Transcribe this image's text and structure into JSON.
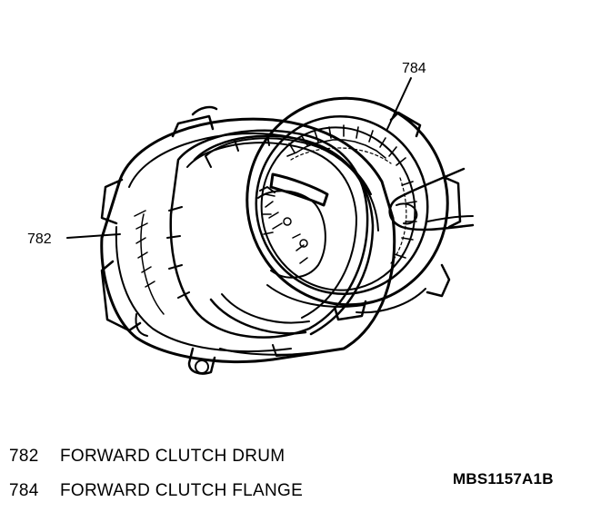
{
  "callouts": [
    {
      "number": "782"
    },
    {
      "number": "784"
    }
  ],
  "legend": [
    {
      "number": "782",
      "label": "FORWARD CLUTCH DRUM"
    },
    {
      "number": "784",
      "label": "FORWARD CLUTCH FLANGE"
    }
  ],
  "figure_code": "MBS1157A1B",
  "colors": {
    "ink": "#000000",
    "paper": "#ffffff"
  }
}
